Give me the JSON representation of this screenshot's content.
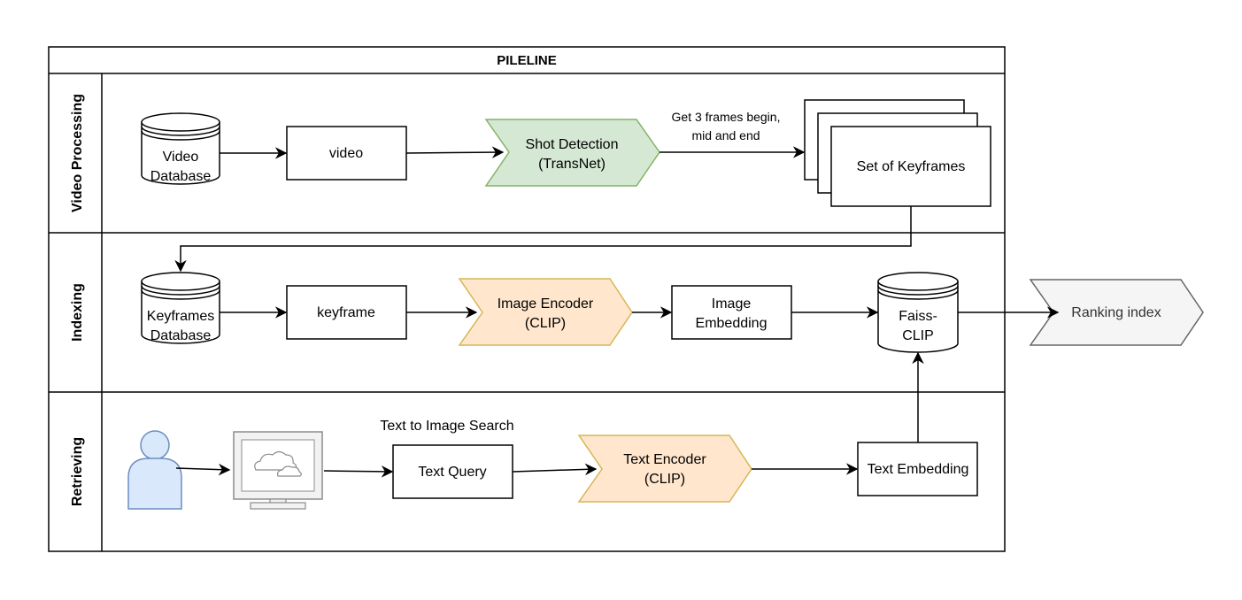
{
  "title": "PILELINE",
  "lanes": {
    "video_processing": "Video Processing",
    "indexing": "Indexing",
    "retrieving": "Retrieving"
  },
  "nodes": {
    "video_db_line1": "Video",
    "video_db_line2": "Database",
    "video": "video",
    "shot_detection_line1": "Shot Detection",
    "shot_detection_line2": "(TransNet)",
    "frames_note_line1": "Get 3 frames begin,",
    "frames_note_line2": "mid and end",
    "set_of_keyframes": "Set of Keyframes",
    "keyframes_db_line1": "Keyframes",
    "keyframes_db_line2": "Database",
    "keyframe": "keyframe",
    "image_encoder_line1": "Image Encoder",
    "image_encoder_line2": "(CLIP)",
    "image_embedding_line1": "Image",
    "image_embedding_line2": "Embedding",
    "faiss_line1": "Faiss-",
    "faiss_line2": "CLIP",
    "ranking_index": "Ranking index",
    "search_note": "Text to Image Search",
    "text_query": "Text Query",
    "text_encoder_line1": "Text Encoder",
    "text_encoder_line2": "(CLIP)",
    "text_embedding": "Text Embedding"
  },
  "colors": {
    "green_fill": "#d5e8d4",
    "green_stroke": "#82b366",
    "orange_fill": "#ffe6cc",
    "orange_stroke": "#d6b656",
    "blue_fill": "#dae8fc",
    "blue_stroke": "#6c8ebf",
    "gray_fill": "#f5f5f5",
    "gray_stroke": "#666666"
  }
}
